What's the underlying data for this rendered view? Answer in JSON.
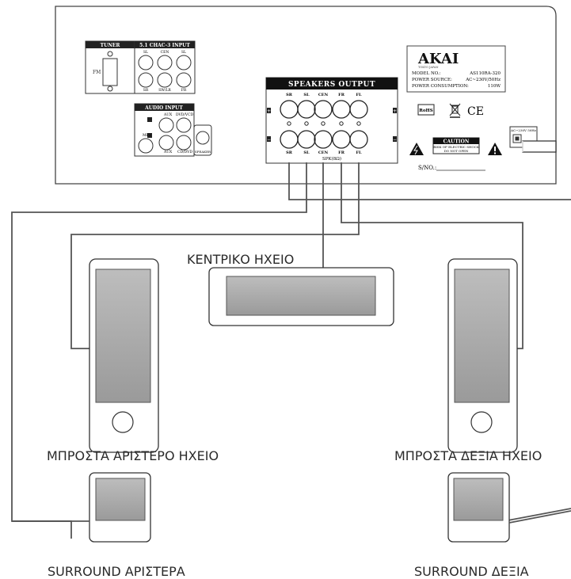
{
  "panel": {
    "tuner": {
      "title": "TUNER",
      "fm": "FM"
    },
    "input51": {
      "title": "5.1 CHAC-3 INPUT",
      "top": [
        "SL",
        "CEN",
        "SL"
      ],
      "bottom": [
        "SR",
        "SW/LR",
        "FR"
      ]
    },
    "audio_input": {
      "title": "AUDIO INPUT",
      "aux": "AUX",
      "dvd": "DVD/VCD",
      "mp3": "MP3",
      "cd": "CD/DVD",
      "aux2": "AUX",
      "speaker": "SPEAKER"
    },
    "speakers_output": {
      "title": "SPEAKERS OUTPUT",
      "top_labels": [
        "SR",
        "SL",
        "CEN",
        "FR",
        "FL"
      ],
      "bottom_labels": [
        "SR",
        "SL",
        "CEN",
        "FR",
        "FL"
      ],
      "footer": "SPK(8Ω)",
      "plus": "+",
      "minus": "−"
    },
    "brand": {
      "logo": "AKAI",
      "sub": "TOKYO JAPAN",
      "model_label": "MODEL NO.:",
      "model_value": "AS110RA-320",
      "power_label": "POWER SOURCE:",
      "power_value": "AC~230V/50Hz",
      "consumption_label": "POWER CONSUMPTION:",
      "consumption_value": "110W"
    },
    "rohs": "RoHS",
    "ce": "CE",
    "caution": {
      "title": "CAUTION",
      "line1": "RISK OF ELECTRIC SHOCK",
      "line2": "DO NOT OPEN"
    },
    "serial": "S/NO.:",
    "ac": "AC~230V 50Hz"
  },
  "labels": {
    "center": "ΚΕΝΤΡΙΚΟ ΗΧΕΙΟ",
    "front_left": "ΜΠΡΟΣΤΑ ΑΡΙΣΤΕΡΟ ΗΧΕΙΟ",
    "front_right": "ΜΠΡΟΣΤΑ ΔΕΞΙΑ ΗΧΕΙΟ",
    "surround_left": "SURROUND ΑΡΙΣΤΕΡΑ",
    "surround_right": "SURROUND ΔΕΞΙΑ"
  }
}
